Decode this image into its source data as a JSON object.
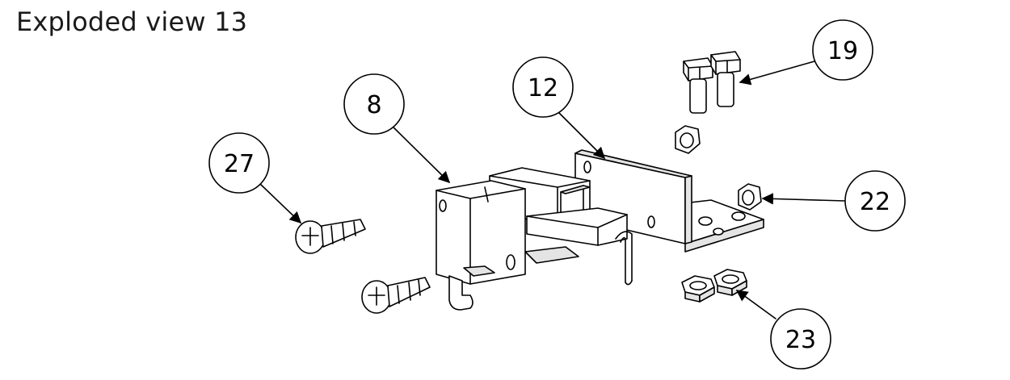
{
  "title": "Exploded view 13",
  "callouts": {
    "c8": "8",
    "c12": "12",
    "c19": "19",
    "c22": "22",
    "c23": "23",
    "c27": "27"
  },
  "colors": {
    "line": "#000000",
    "background": "#ffffff"
  }
}
